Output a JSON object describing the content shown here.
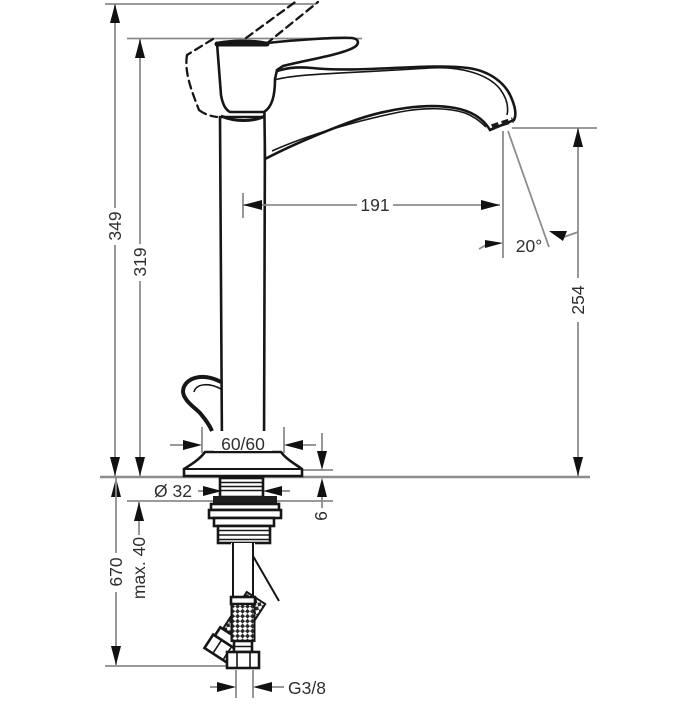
{
  "drawing": {
    "kind": "technical-dimension-drawing",
    "dims": {
      "total_height": "349",
      "body_height": "319",
      "spout_reach": "191",
      "spout_angle": "20°",
      "outlet_height": "254",
      "base_size": "60/60",
      "shank_diameter": "Ø 32",
      "plate_height": "6",
      "hose_length": "670",
      "max_thickness": "max. 40",
      "connection": "G3/8"
    },
    "colors": {
      "construction_line": "#8c8c8c",
      "product_outline": "#161616",
      "dimension_text": "#2f2f2f",
      "background": "#ffffff"
    }
  }
}
